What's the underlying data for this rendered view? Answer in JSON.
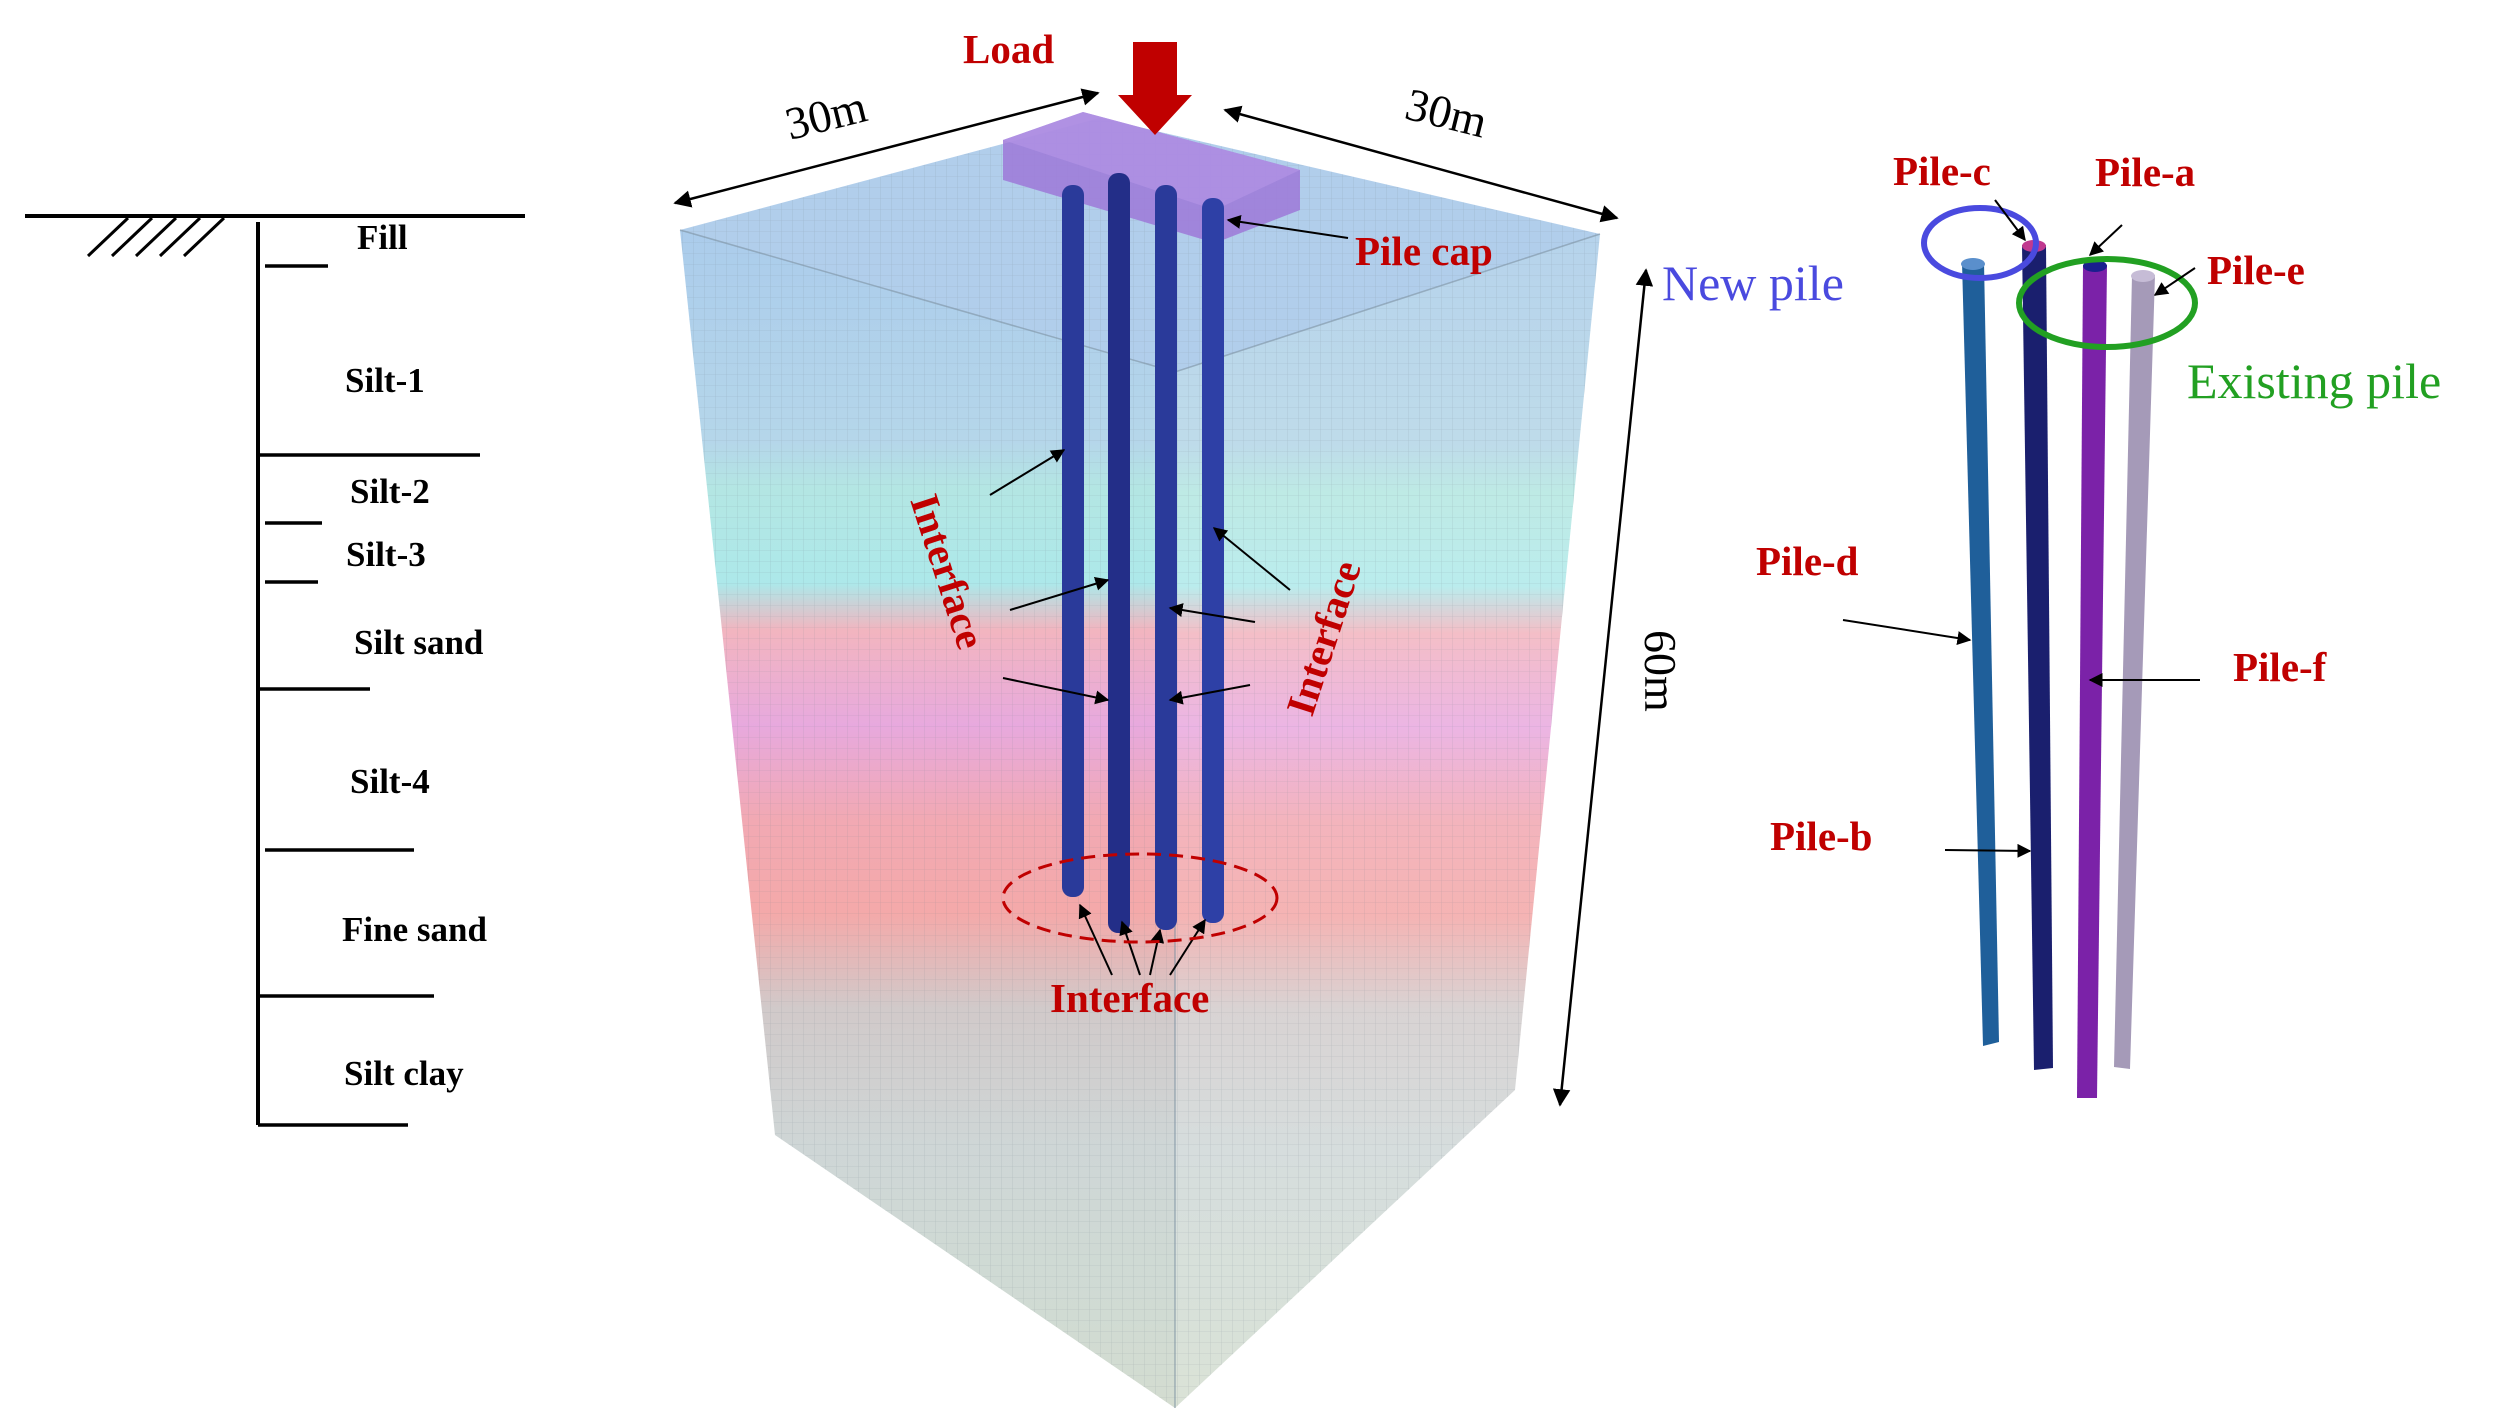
{
  "soil_profile": {
    "layers": [
      "Fill",
      "Silt-1",
      "Silt-2",
      "Silt-3",
      "Silt sand",
      "Silt-4",
      "Fine sand",
      "Silt clay"
    ]
  },
  "model": {
    "load_label": "Load",
    "width_label_left": "30m",
    "width_label_right": "30m",
    "depth_label": "60m",
    "pile_cap_label": "Pile cap",
    "interface_label_left": "Interface",
    "interface_label_right": "Interface",
    "interface_label_bottom": "Interface"
  },
  "piles": {
    "labels": {
      "pile_c": "Pile-c",
      "pile_a": "Pile-a",
      "pile_e": "Pile-e",
      "pile_d": "Pile-d",
      "pile_f": "Pile-f",
      "pile_b": "Pile-b"
    },
    "legend": {
      "new_pile": "New pile",
      "existing_pile": "Existing pile"
    }
  },
  "colors": {
    "label_red": "#c00000",
    "load_arrow": "#c00000",
    "new_pile_blue": "#4a4adf",
    "existing_pile_green": "#22a022",
    "pile_blue": "#1f5f9a",
    "pile_navy": "#1a1f6e",
    "pile_purple": "#7b22a8",
    "pile_grey": "#a59ab8"
  }
}
